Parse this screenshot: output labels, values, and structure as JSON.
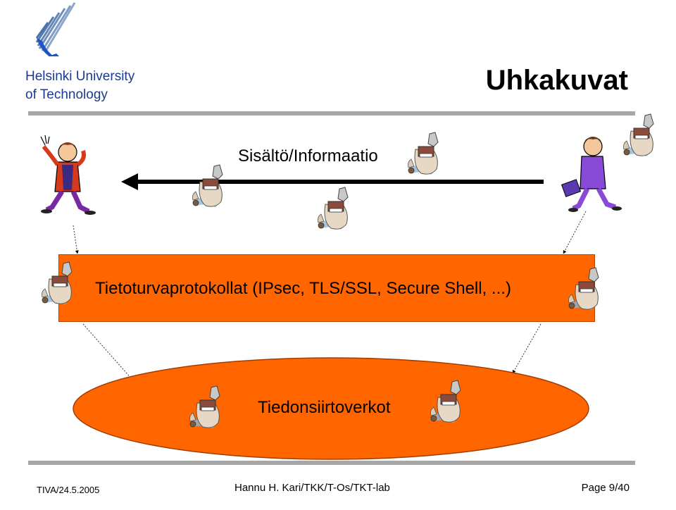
{
  "header": {
    "university_line1": "Helsinki University",
    "university_line2": "of Technology",
    "title": "Uhkakuvat"
  },
  "diagram": {
    "content_label": "Sisältö/Informaatio",
    "protocols_label": "Tietoturvaprotokollat (IPsec, TLS/SSL, Secure Shell, ...)",
    "network_label": "Tiedonsiirtoverkot",
    "colors": {
      "box": "#ff6600",
      "ellipse": "#ff6600",
      "arrow": "#000000"
    }
  },
  "footer": {
    "left": "TIVA/24.5.2005",
    "center": "Hannu H. Kari/TKK/T-Os/TKT-lab",
    "right": "Page 9/40"
  }
}
